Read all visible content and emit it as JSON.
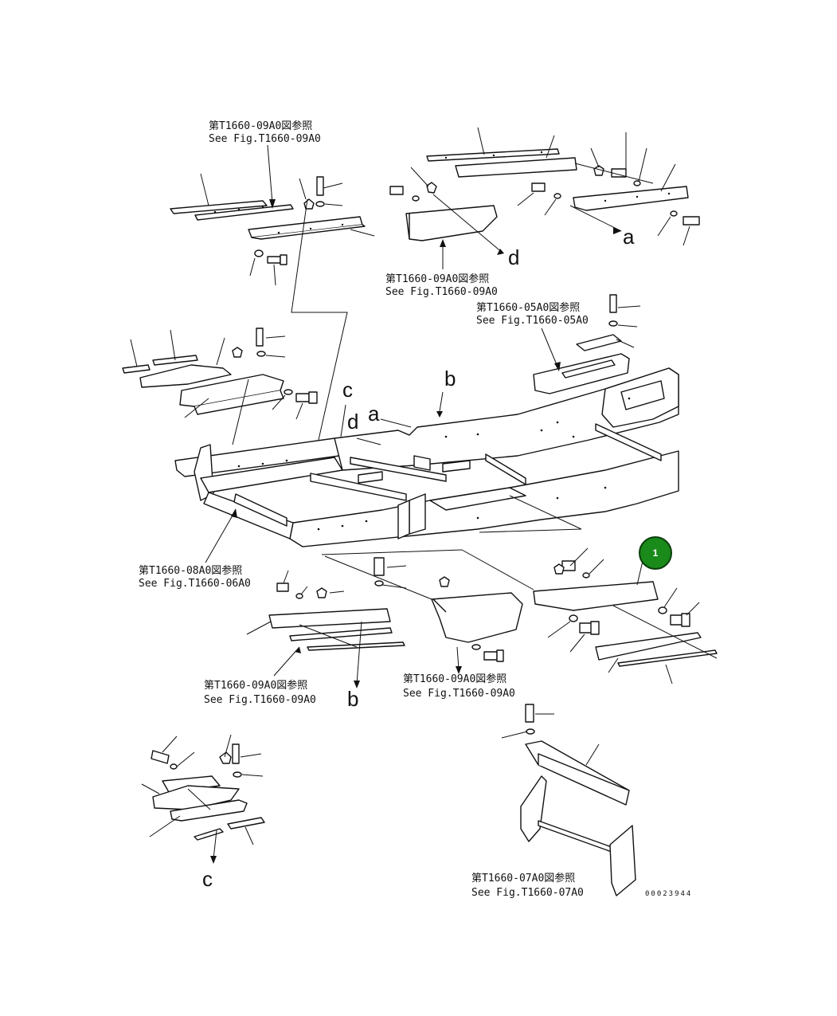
{
  "references": {
    "ref_top_left": {
      "jp": "第T1660-09A0図参照",
      "en": "See Fig.T1660-09A0"
    },
    "ref_top_center": {
      "jp": "第T1660-09A0図参照",
      "en": "See Fig.T1660-09A0"
    },
    "ref_top_right": {
      "jp": "第T1660-05A0図参照",
      "en": "See Fig.T1660-05A0"
    },
    "ref_mid_left": {
      "jp": "第T1660-08A0図参照",
      "en": "See Fig.T1660-06A0"
    },
    "ref_bottom_left": {
      "jp": "第T1660-09A0図参照",
      "en": "See Fig.T1660-09A0"
    },
    "ref_bottom_center": {
      "jp": "第T1660-09A0図参照",
      "en": "See Fig.T1660-09A0"
    },
    "ref_bottom_right": {
      "jp": "第T1660-07A0図参照",
      "en": "See Fig.T1660-07A0"
    }
  },
  "letters": {
    "a_top": "a",
    "d_top": "d",
    "c_frame": "c",
    "d_frame": "d",
    "a_frame": "a",
    "b_frame": "b",
    "b_bottom": "b",
    "c_bottom": "c"
  },
  "callout": {
    "label": "1",
    "color": "#1a8a1a"
  },
  "document_number": "00023944"
}
